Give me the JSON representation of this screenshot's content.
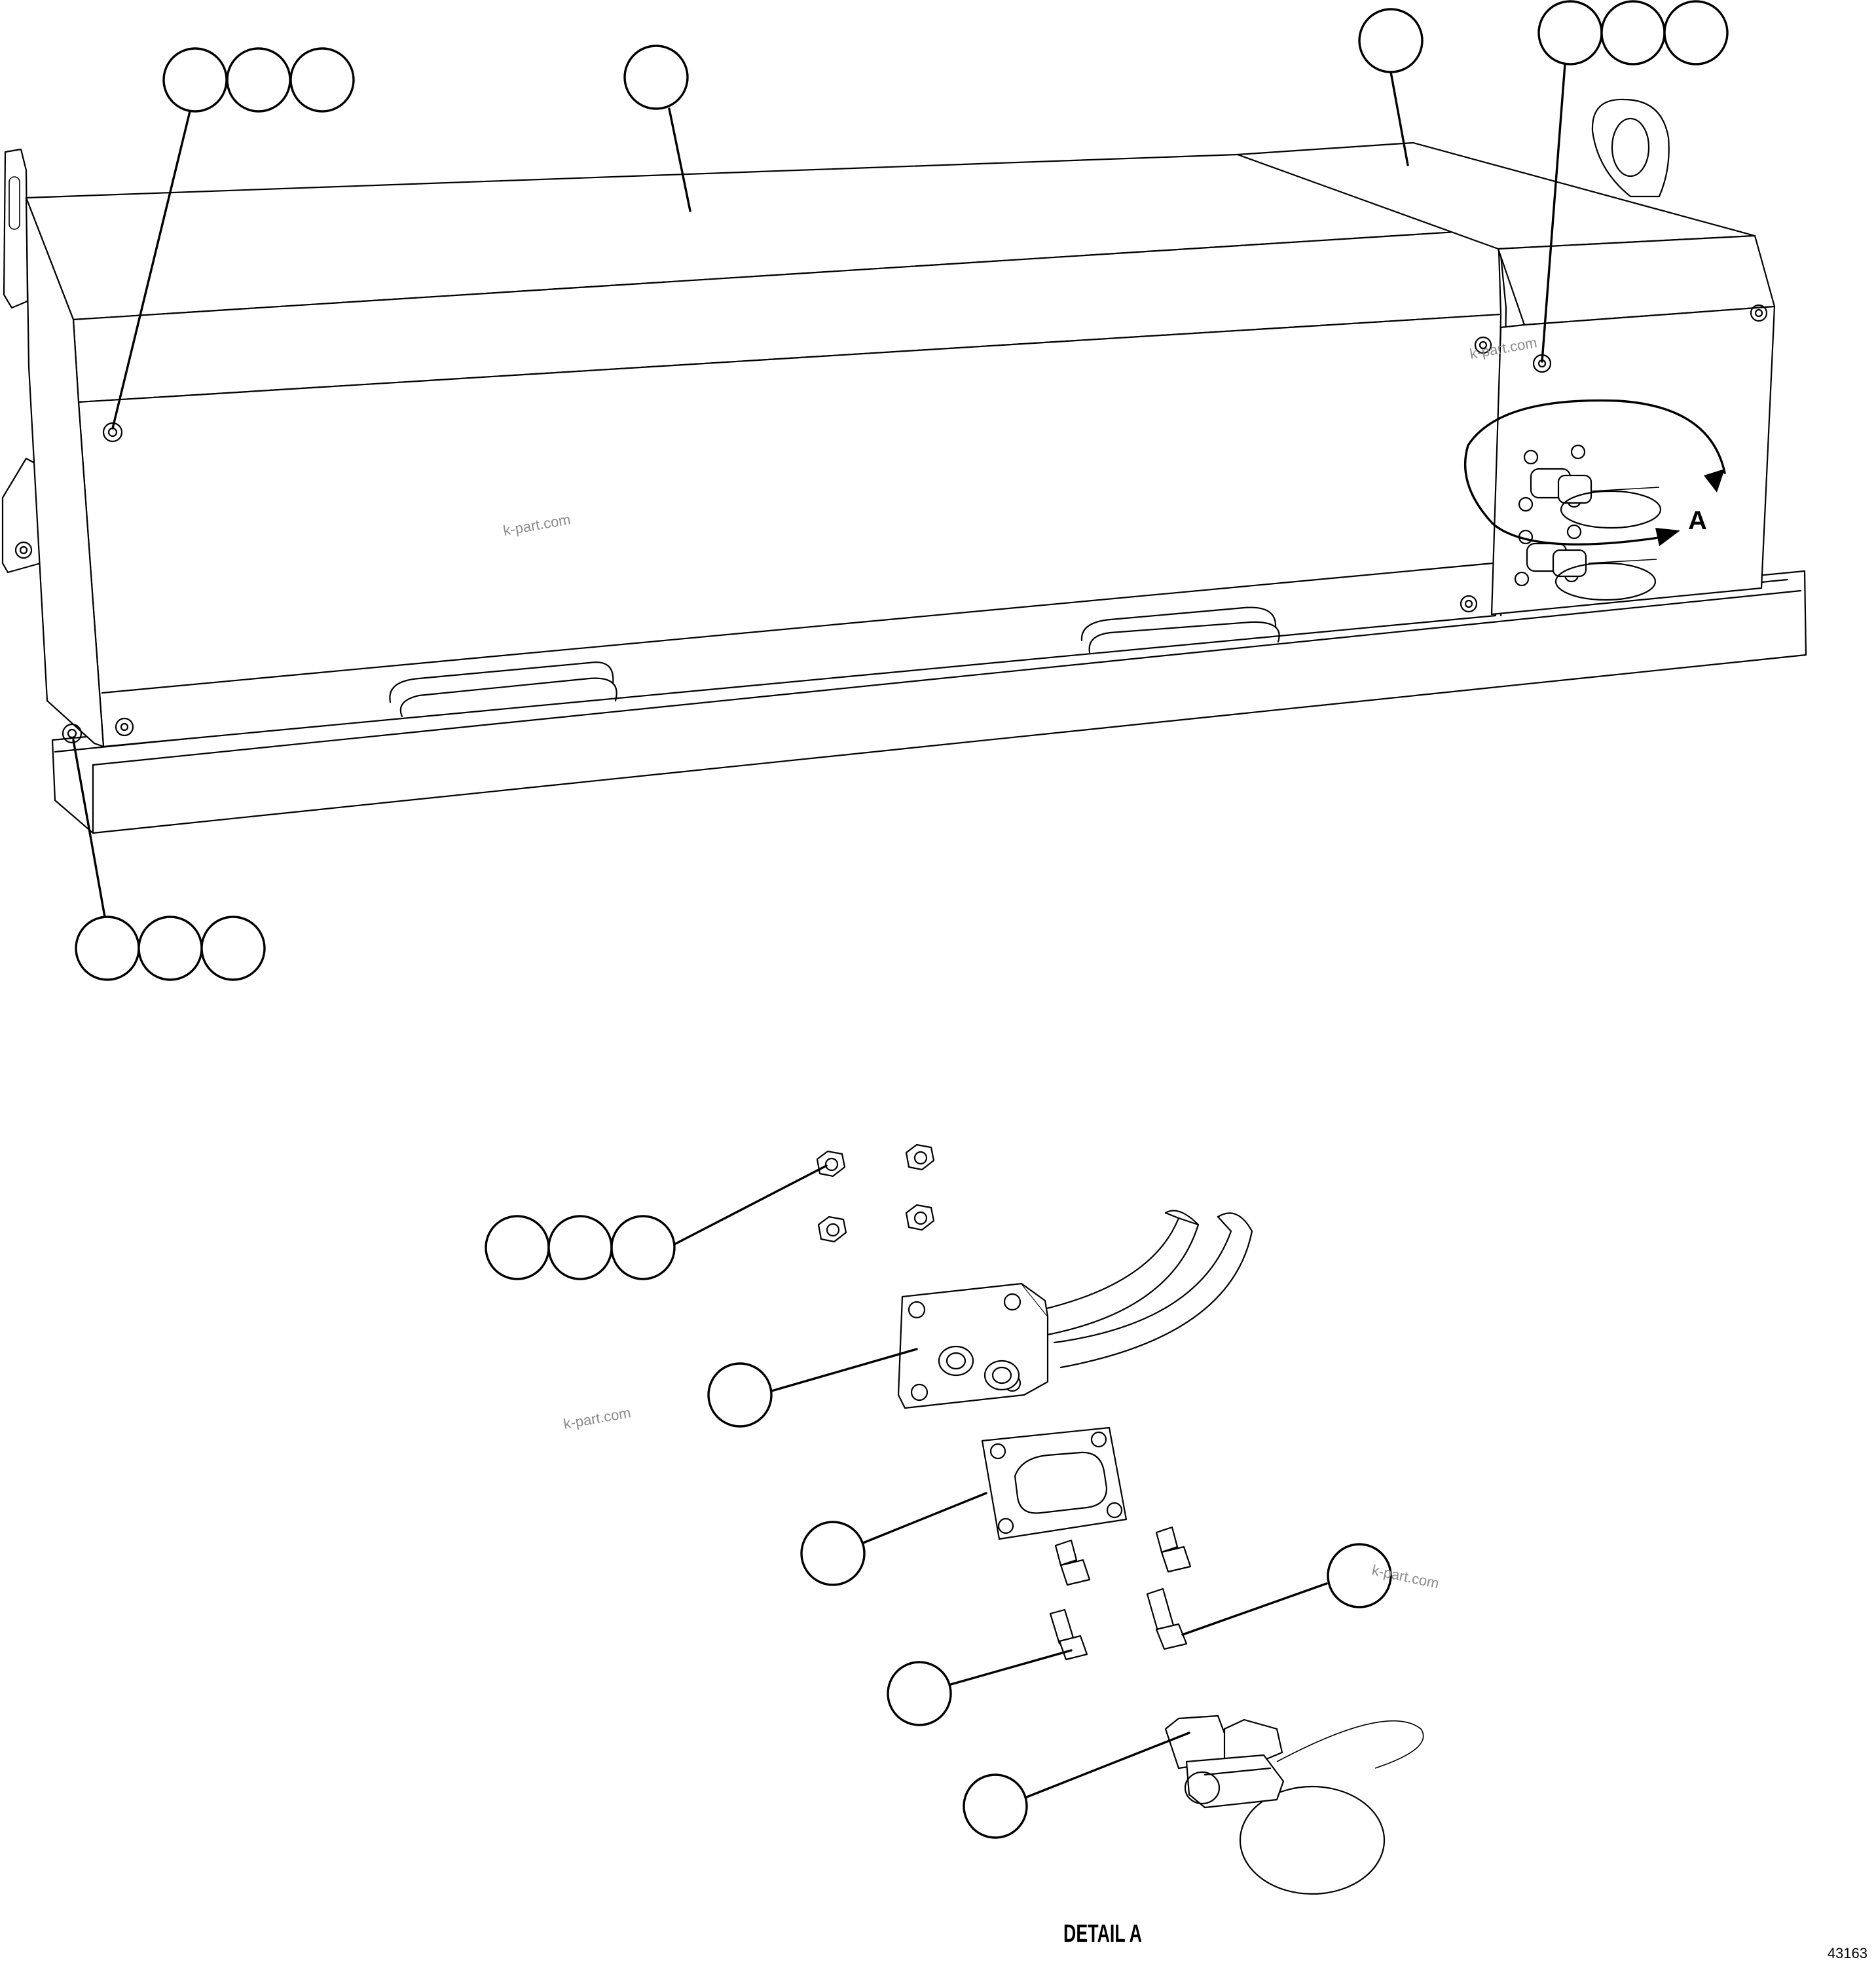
{
  "diagram": {
    "detail_reference_letter": "A",
    "detail_caption": "DETAIL A",
    "figure_number": "43163",
    "watermark": "k-part.com",
    "line_color": "#000000",
    "background_color": "#ffffff"
  }
}
